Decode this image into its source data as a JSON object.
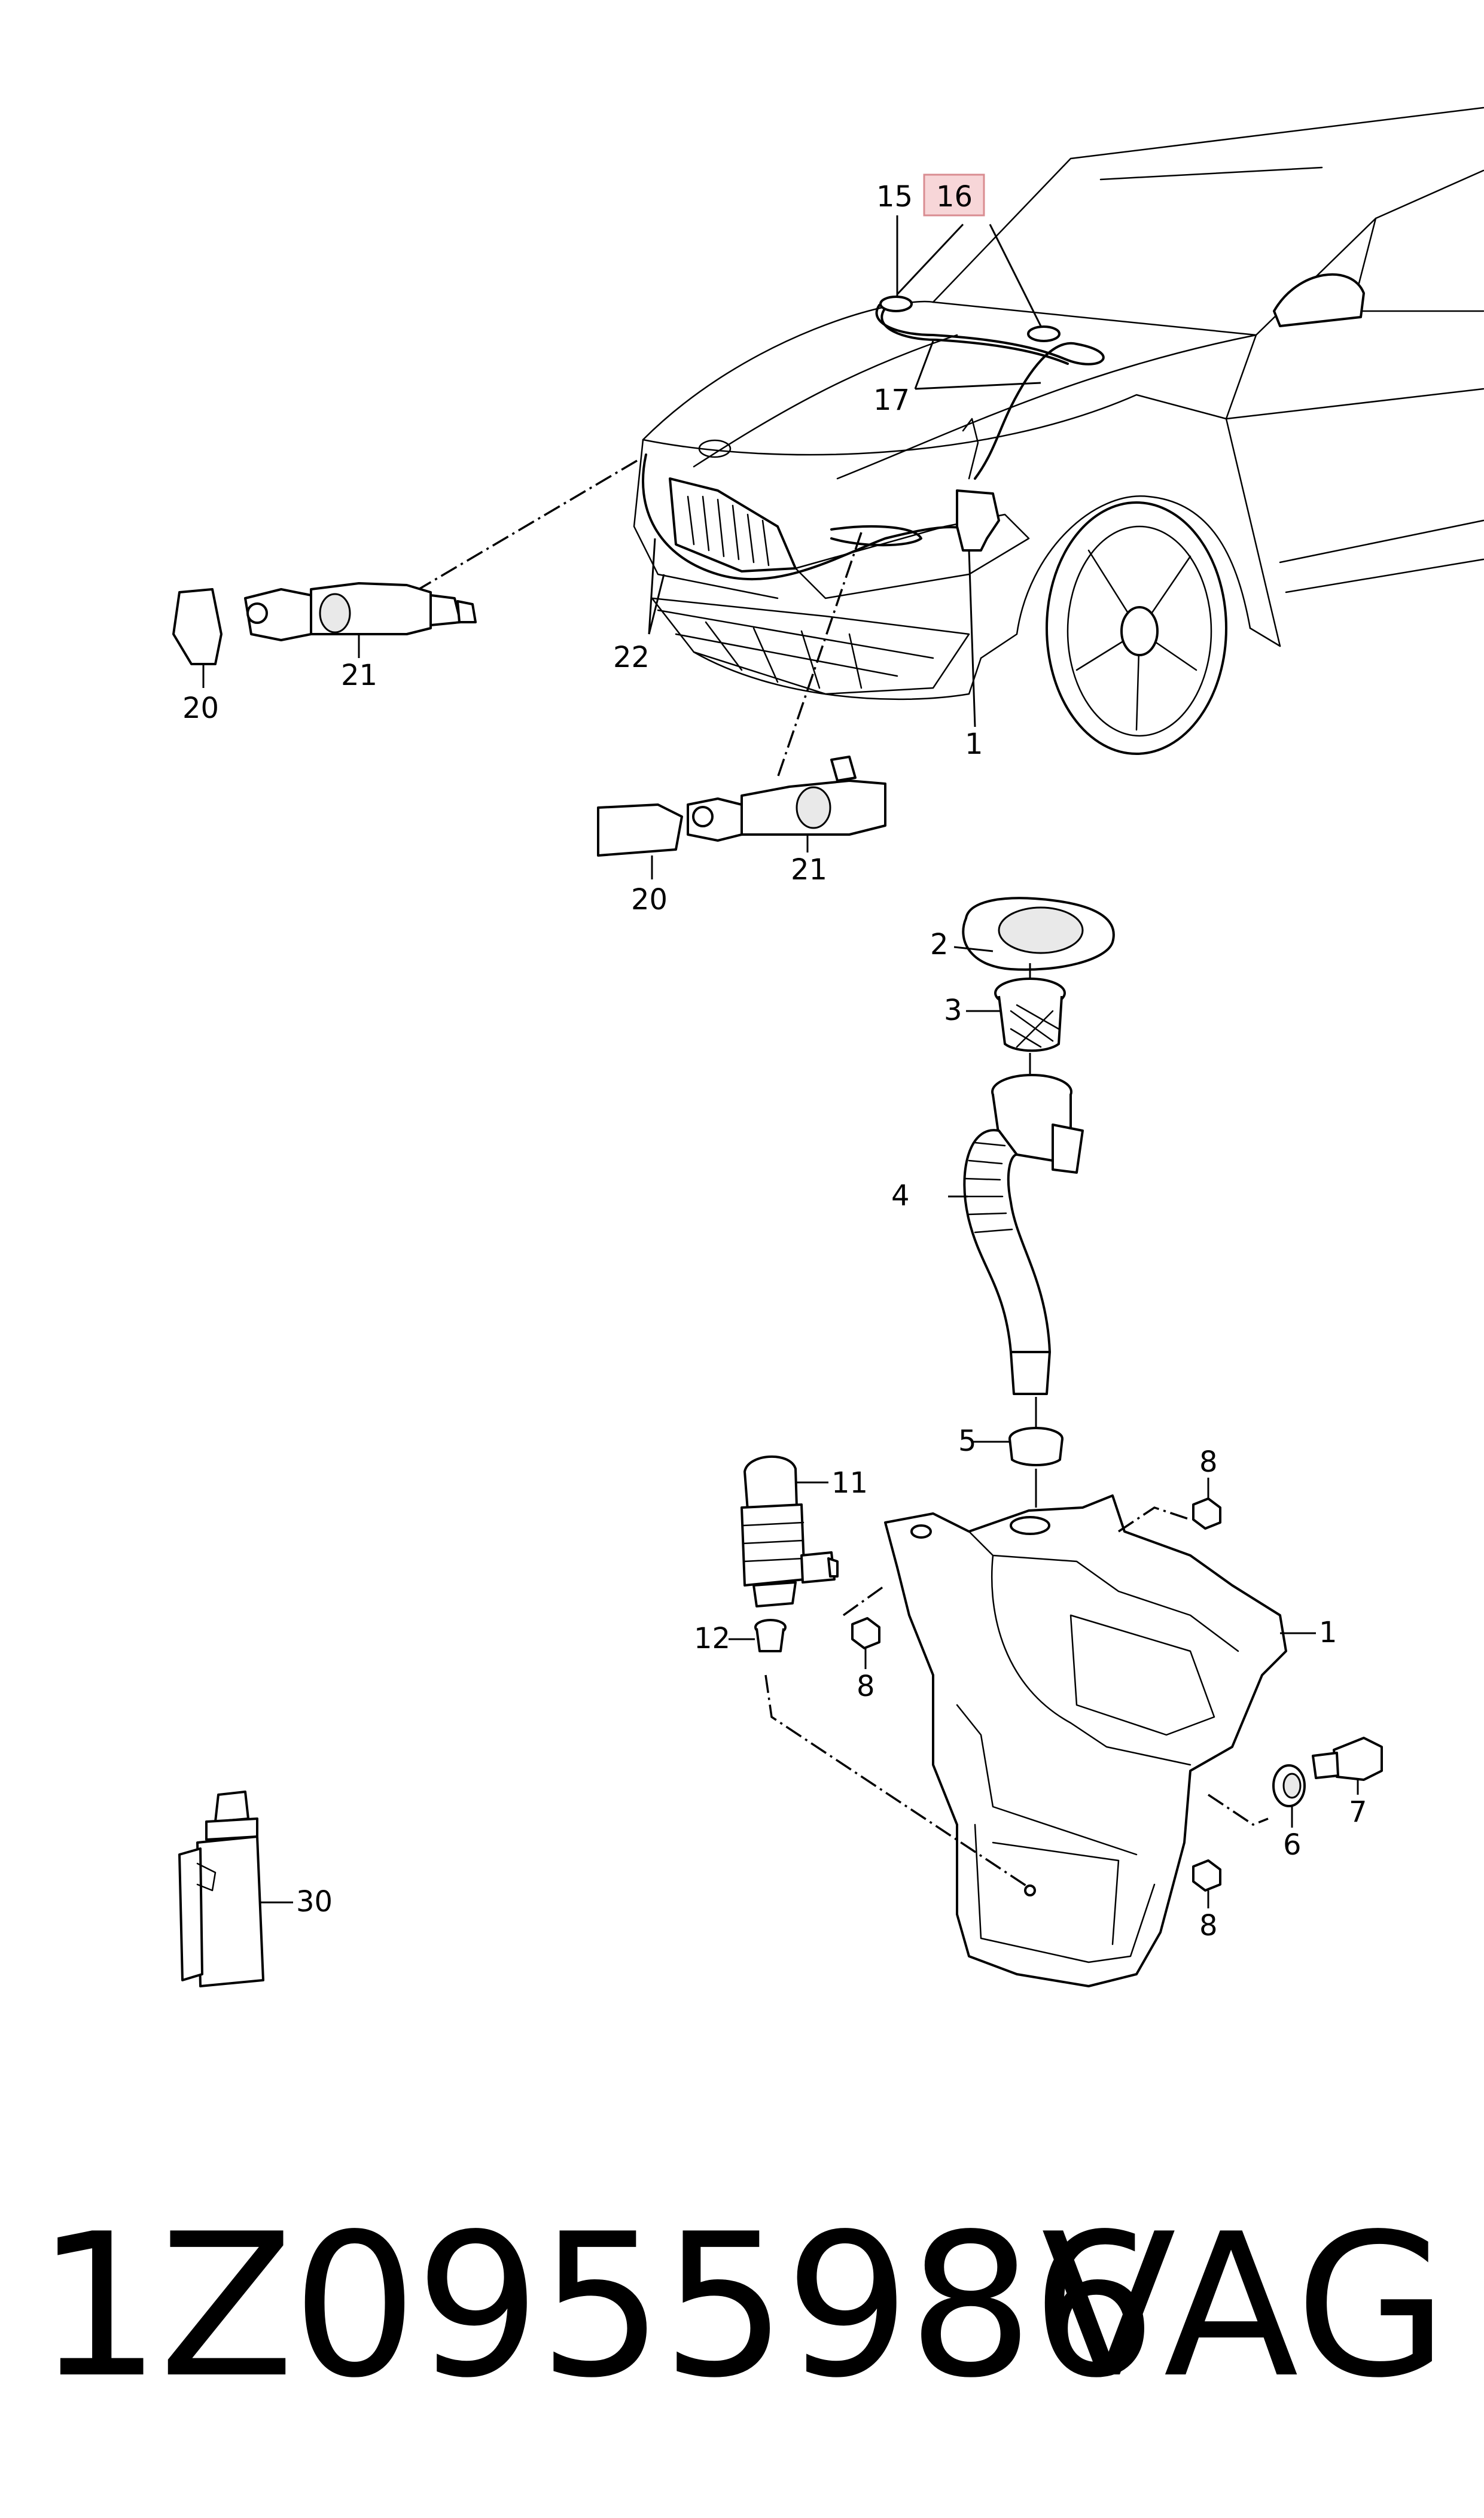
{
  "callouts": {
    "c15": "15",
    "c16": "16",
    "c17": "17",
    "c22": "22",
    "c1_top": "1",
    "c20_left": "20",
    "c21_left": "21",
    "c20_mid": "20",
    "c21_mid": "21",
    "c2": "2",
    "c3": "3",
    "c4": "4",
    "c5": "5",
    "c11": "11",
    "c8_top": "8",
    "c1_tank": "1",
    "c12": "12",
    "c8_mid": "8",
    "c7": "7",
    "c6": "6",
    "c8_bottom": "8",
    "c30": "30"
  },
  "highlight_color": "#f7d6d8",
  "highlight_border": "#d98c91",
  "footer": {
    "part_number": "1Z0955986",
    "brand": "VAG"
  }
}
